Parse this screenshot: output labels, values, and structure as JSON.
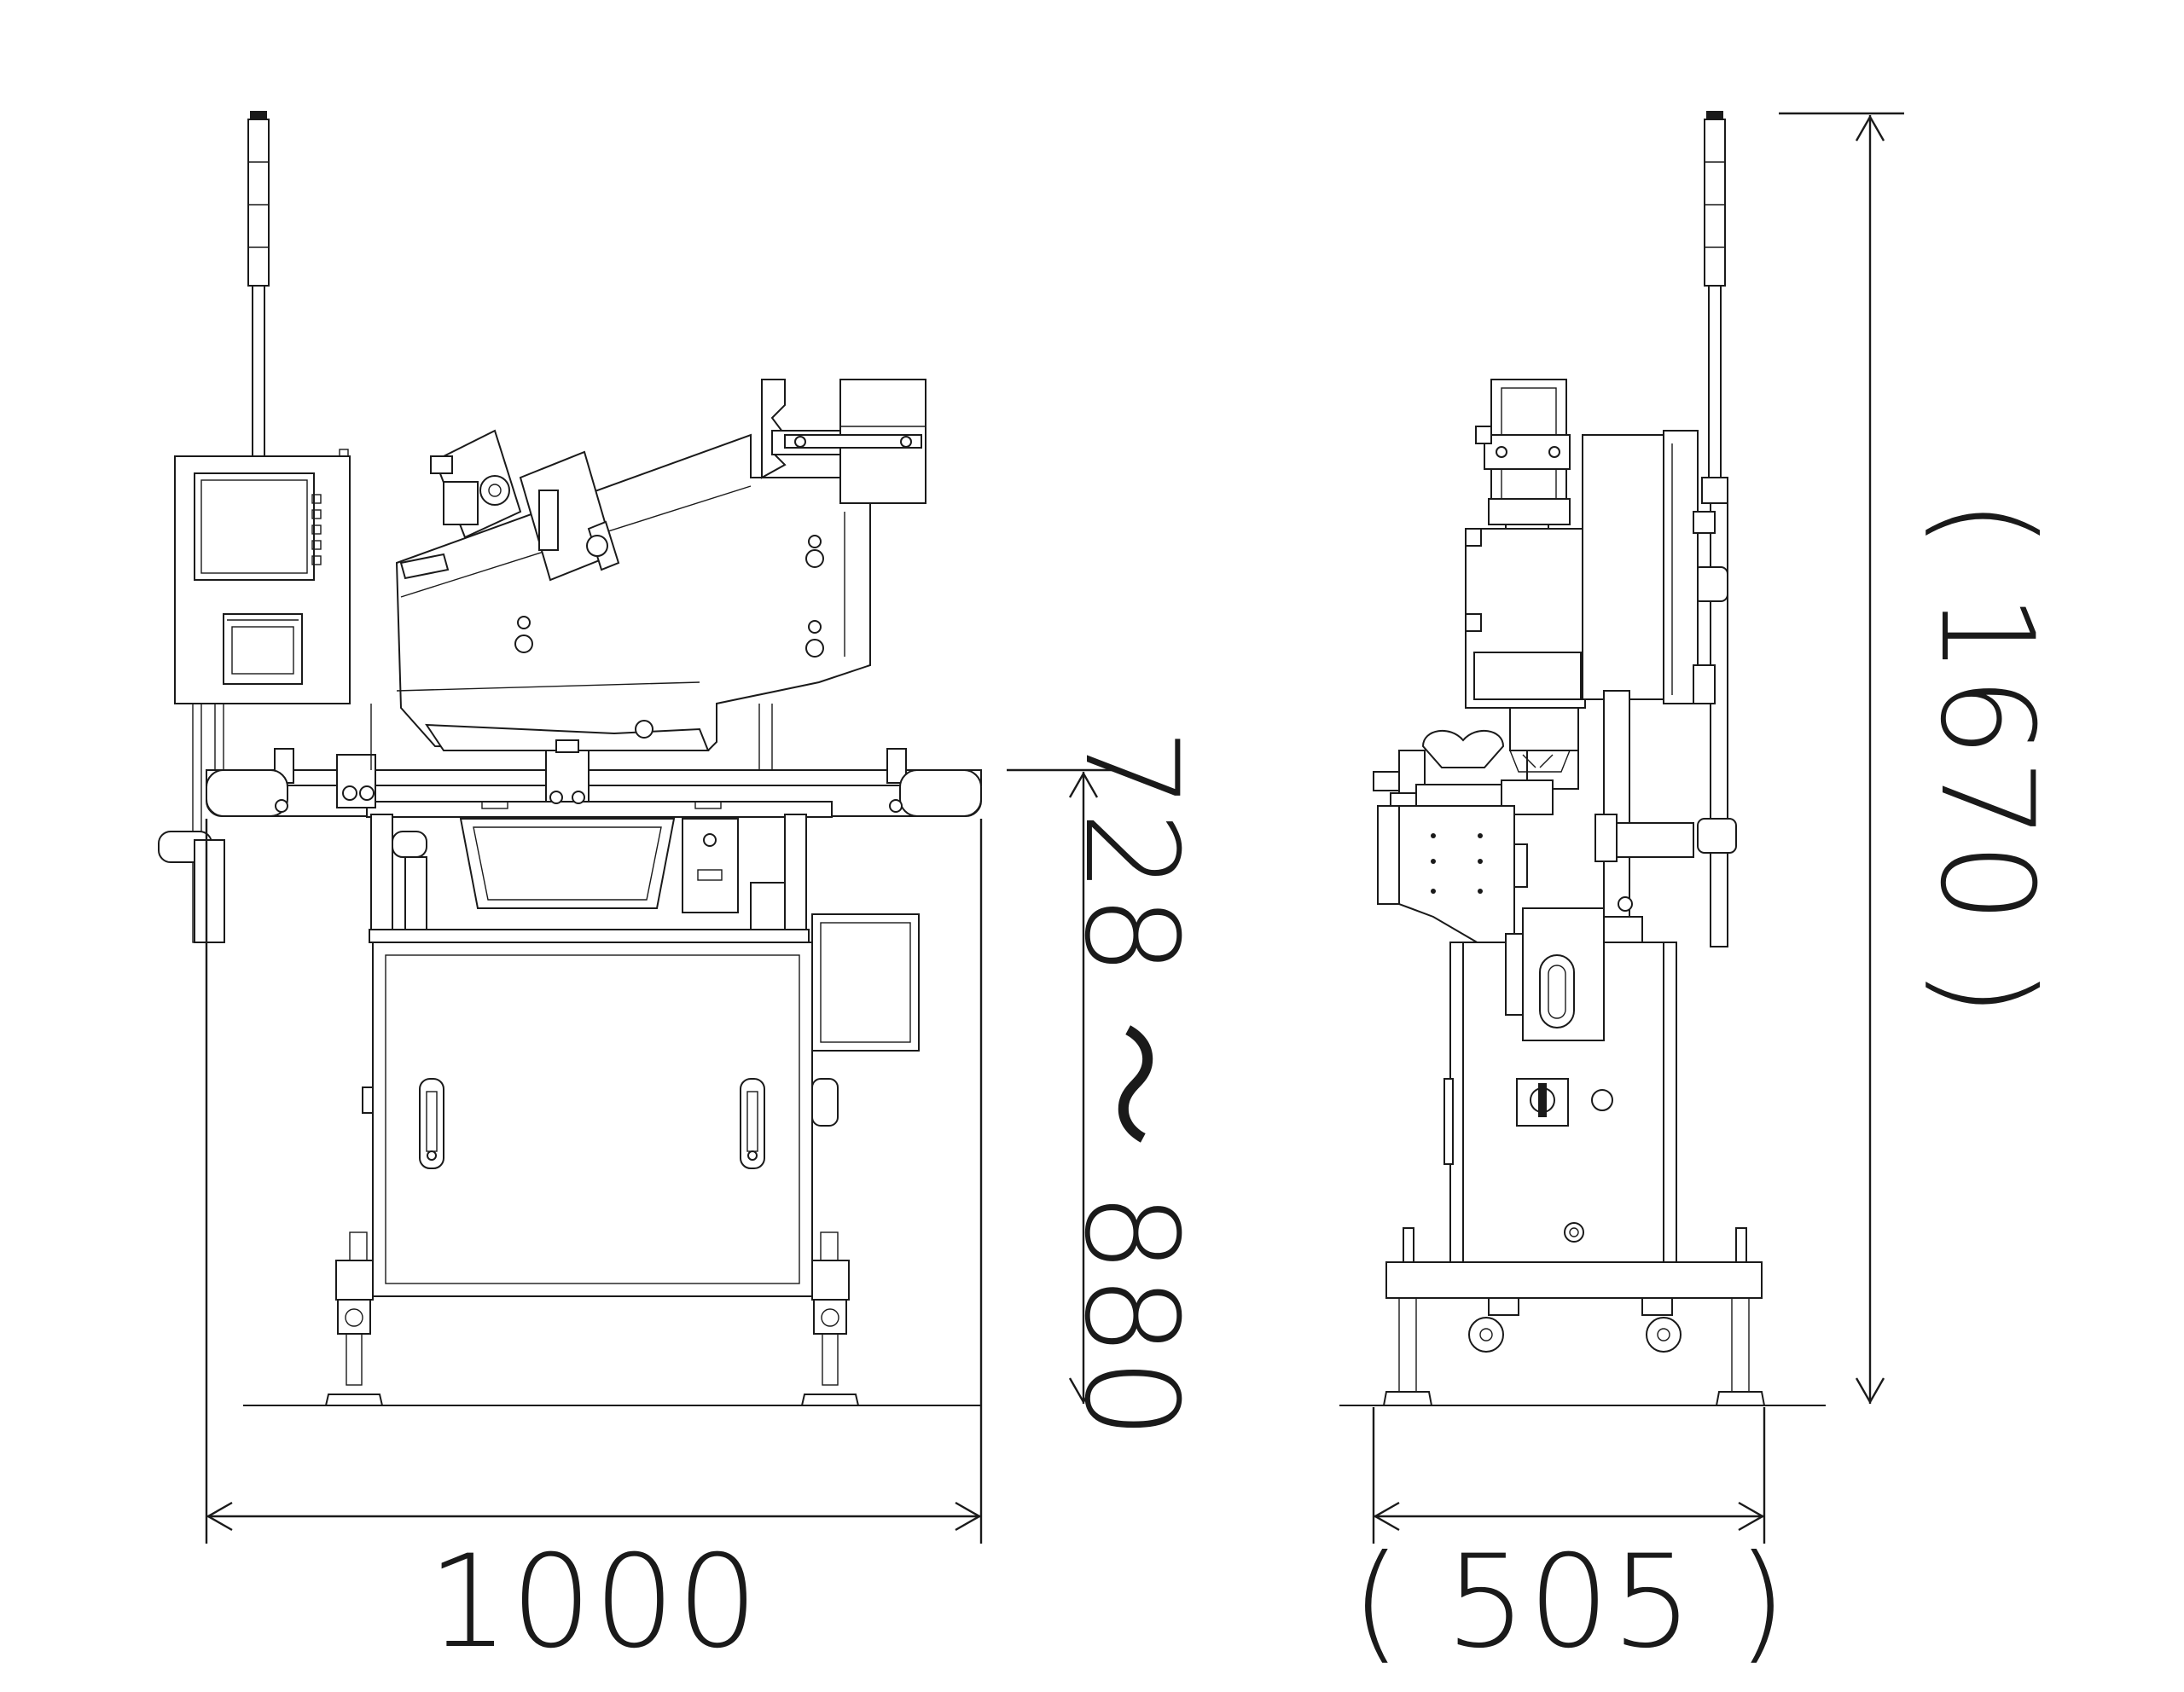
{
  "dimensions": {
    "front_width": "1000",
    "side_depth": "( 505 )",
    "conveyor_height": "728 ～ 880",
    "total_height": "( 1670 )"
  },
  "colors": {
    "line": "#1a1a1a",
    "background": "#ffffff"
  }
}
